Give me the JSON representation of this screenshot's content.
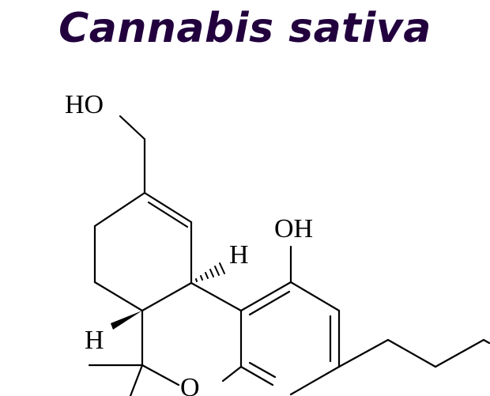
{
  "title": "Cannabis sativa",
  "atoms": {
    "hydroxymethyl_oh": "HO",
    "phenol_oh": "OH",
    "h_upper": "H",
    "h_lower": "H",
    "ring_oxygen": "O"
  },
  "colors": {
    "title": "#22003d",
    "bonds": "#000000",
    "background": "#ffffff"
  }
}
